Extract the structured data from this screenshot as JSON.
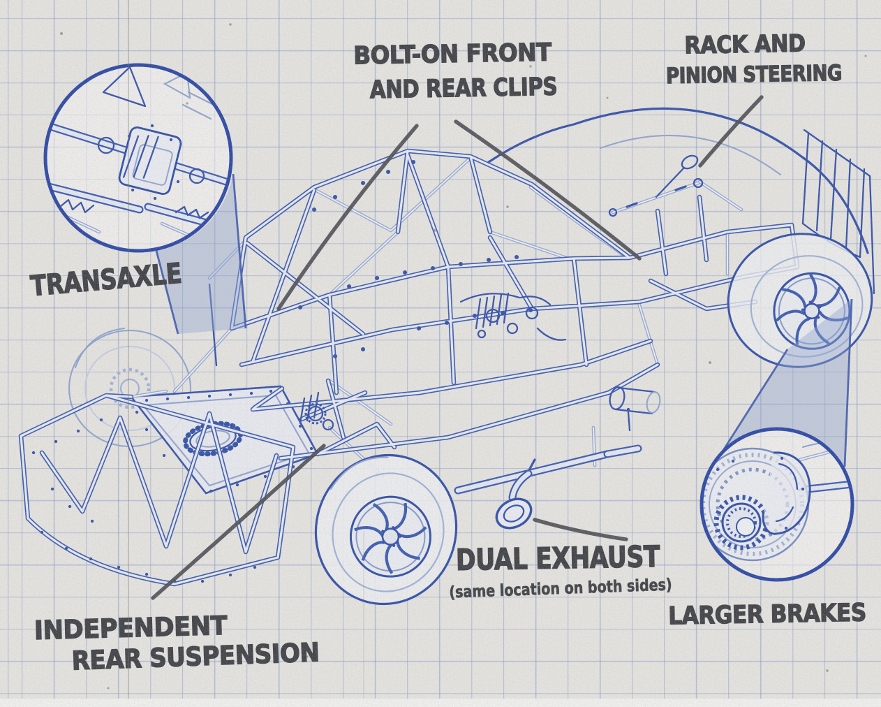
{
  "labels": {
    "bolt_on_clips": {
      "line1": "BOLT-ON FRONT",
      "line2": "AND REAR CLIPS"
    },
    "rack_and_pinion": {
      "line1": "RACK AND",
      "line2": "PINION STEERING"
    },
    "transaxle": {
      "text": "TRANSAXLE"
    },
    "dual_exhaust": {
      "text": "DUAL EXHAUST",
      "note": "(same location on both sides)"
    },
    "independent_rear_suspension": {
      "line1": "INDEPENDENT",
      "line2": "REAR SUSPENSION"
    },
    "larger_brakes": {
      "text": "LARGER BRAKES"
    }
  },
  "detail_views": [
    {
      "name": "transaxle-detail-circle"
    },
    {
      "name": "brake-detail-circle"
    }
  ],
  "colors": {
    "paper": "#eae9e6",
    "grid": "#b7c3da",
    "blueprint_blue": "#1d3ca4",
    "blueprint_light": "#93a7d6",
    "handwriting_ink": "#33353b",
    "cone_tint": "#8aa2d6"
  }
}
